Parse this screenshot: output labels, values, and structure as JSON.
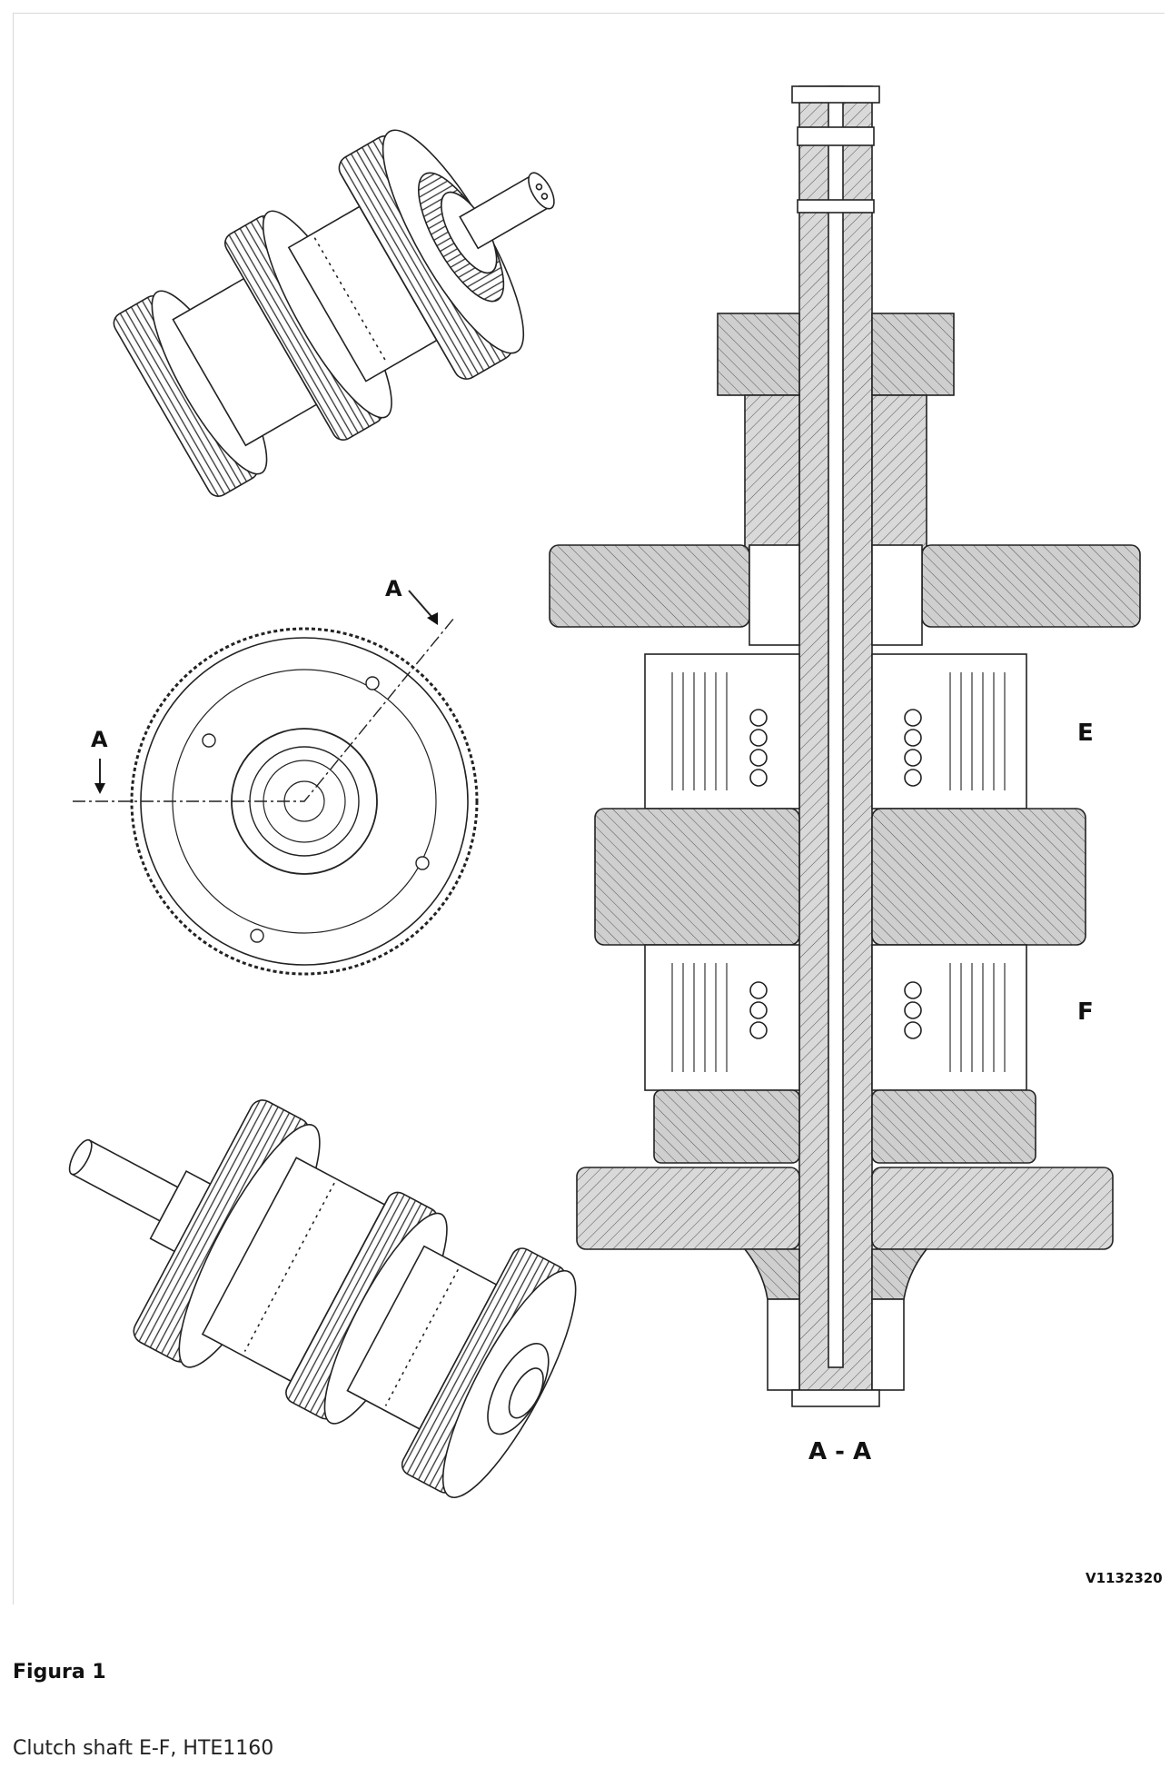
{
  "figure": {
    "section_label": "A - A",
    "cut_marker_1": "A",
    "cut_marker_2": "A",
    "clutch_e_label": "E",
    "clutch_f_label": "F",
    "drawing_id": "V1132320"
  },
  "caption": {
    "title": "Figura 1",
    "description": "Clutch shaft E-F, HTE1160"
  }
}
